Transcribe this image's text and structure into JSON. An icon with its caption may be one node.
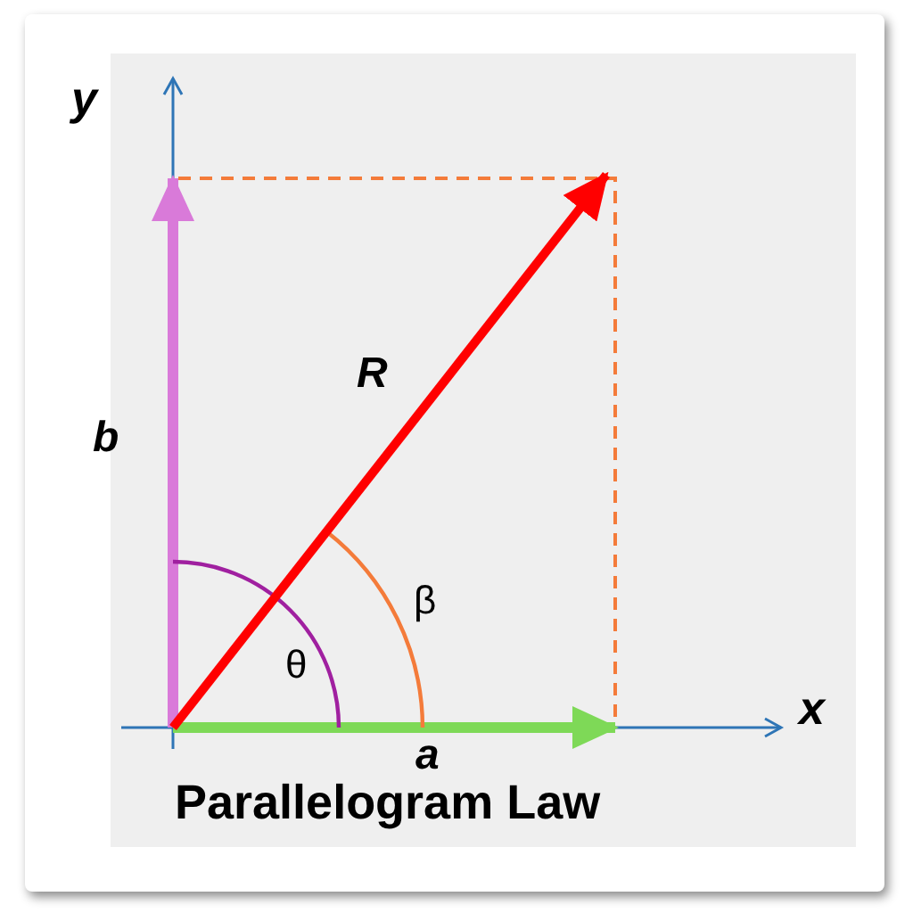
{
  "diagram": {
    "caption": "Parallelogram Law",
    "labels": [
      "y",
      "R",
      "b",
      "θ",
      "β",
      "x",
      "a"
    ]
  }
}
